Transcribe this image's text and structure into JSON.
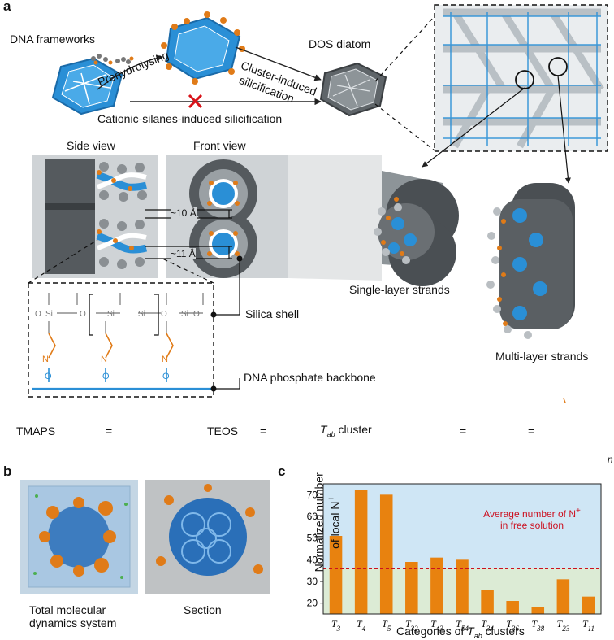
{
  "panel_a": {
    "label": "a",
    "dna_frameworks": "DNA frameworks",
    "prehydrolysing": "Prehydrolysing",
    "cluster_induced": "Cluster-induced",
    "silicification": "silicification",
    "dos_diatom": "DOS diatom",
    "cationic": "Cationic-silanes-induced silicification",
    "side_view": "Side view",
    "front_view": "Front view",
    "dist_10": "~10 Å",
    "dist_11": "~11 Å",
    "silica_shell": "Silica shell",
    "dna_backbone": "DNA phosphate backbone",
    "single_layer": "Single-layer strands",
    "multi_layer": "Multi-layer strands",
    "tmaps": "TMAPS",
    "teos": "TEOS",
    "tab_cluster_T": "T",
    "tab_cluster_sub": "ab",
    "tab_cluster_rest": " cluster",
    "equals": "=",
    "n_sub": "n"
  },
  "panel_b": {
    "label": "b",
    "total_line1": "Total molecular",
    "total_line2": "dynamics system",
    "section": "Section"
  },
  "panel_c": {
    "label": "c",
    "ylabel_line1": "Normalized number",
    "ylabel_line2": "of local N",
    "ylabel_sup": "+",
    "xlabel_pre": "Categories of ",
    "xlabel_T": "T",
    "xlabel_sub": "ab",
    "xlabel_post": " clusters",
    "annotation_line1": "Average number of N",
    "annotation_sup": "+",
    "annotation_line2": "in free solution"
  },
  "colors": {
    "bar": "#e8820f",
    "bg_top": "#cfe6f5",
    "bg_bottom": "#dcebd5",
    "avg_line": "#cc1020",
    "dna_blue": "#2a8fd6",
    "orange": "#e07b18"
  },
  "chart_data": {
    "type": "bar",
    "categories": [
      "T3",
      "T4",
      "T5",
      "T32",
      "T43",
      "T54",
      "T34",
      "T36",
      "T38",
      "T23",
      "T11"
    ],
    "category_base": [
      "T",
      "T",
      "T",
      "T",
      "T",
      "T",
      "T",
      "T",
      "T",
      "T",
      "T"
    ],
    "category_sub": [
      "3",
      "4",
      "5",
      "32",
      "43",
      "54",
      "34",
      "36",
      "38",
      "23",
      "11"
    ],
    "values": [
      51,
      72,
      70,
      39,
      41,
      40,
      26,
      21,
      18,
      31,
      23
    ],
    "average_line": 36,
    "ylim": [
      15,
      75
    ],
    "yticks": [
      20,
      30,
      40,
      50,
      60,
      70
    ],
    "xlabel": "Categories of Tab clusters",
    "ylabel": "Normalized number of local N+"
  }
}
